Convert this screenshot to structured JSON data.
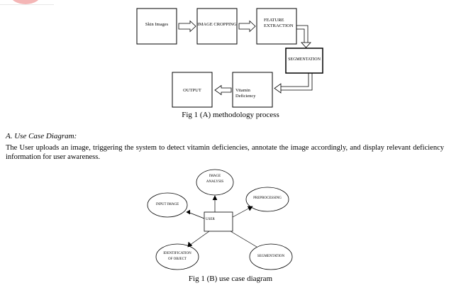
{
  "fig1a": {
    "boxes": {
      "skin_images": "Skin Images",
      "image_cropping": "IMAGE CROPPING",
      "feature_extraction_line1": "FEATURE",
      "feature_extraction_line2": "EXTRACTION",
      "segmentation": "SEGMENTATION",
      "vitamin_line1": "Vitamin",
      "vitamin_line2": "Deficiency",
      "output": "OUTPUT"
    },
    "caption": "Fig 1 (A) methodology process"
  },
  "section": {
    "title": "A.   Use Case Diagram:",
    "paragraph": "The User uploads an image, triggering the system to detect vitamin deficiencies, annotate the image accordingly, and display relevant deficiency information for user awareness."
  },
  "fig1b": {
    "user": "USER",
    "image_analysis_line1": "IMAGE",
    "image_analysis_line2": "ANALYSIS",
    "preprocessing": "PREPROCESSING",
    "input_image": "INPUT IMAGE",
    "segmentation": "SEGMENTATION",
    "identification_line1": "IDENTIFICATION",
    "identification_line2": "OF OBJECT",
    "caption": "Fig 1 (B) use case diagram"
  }
}
